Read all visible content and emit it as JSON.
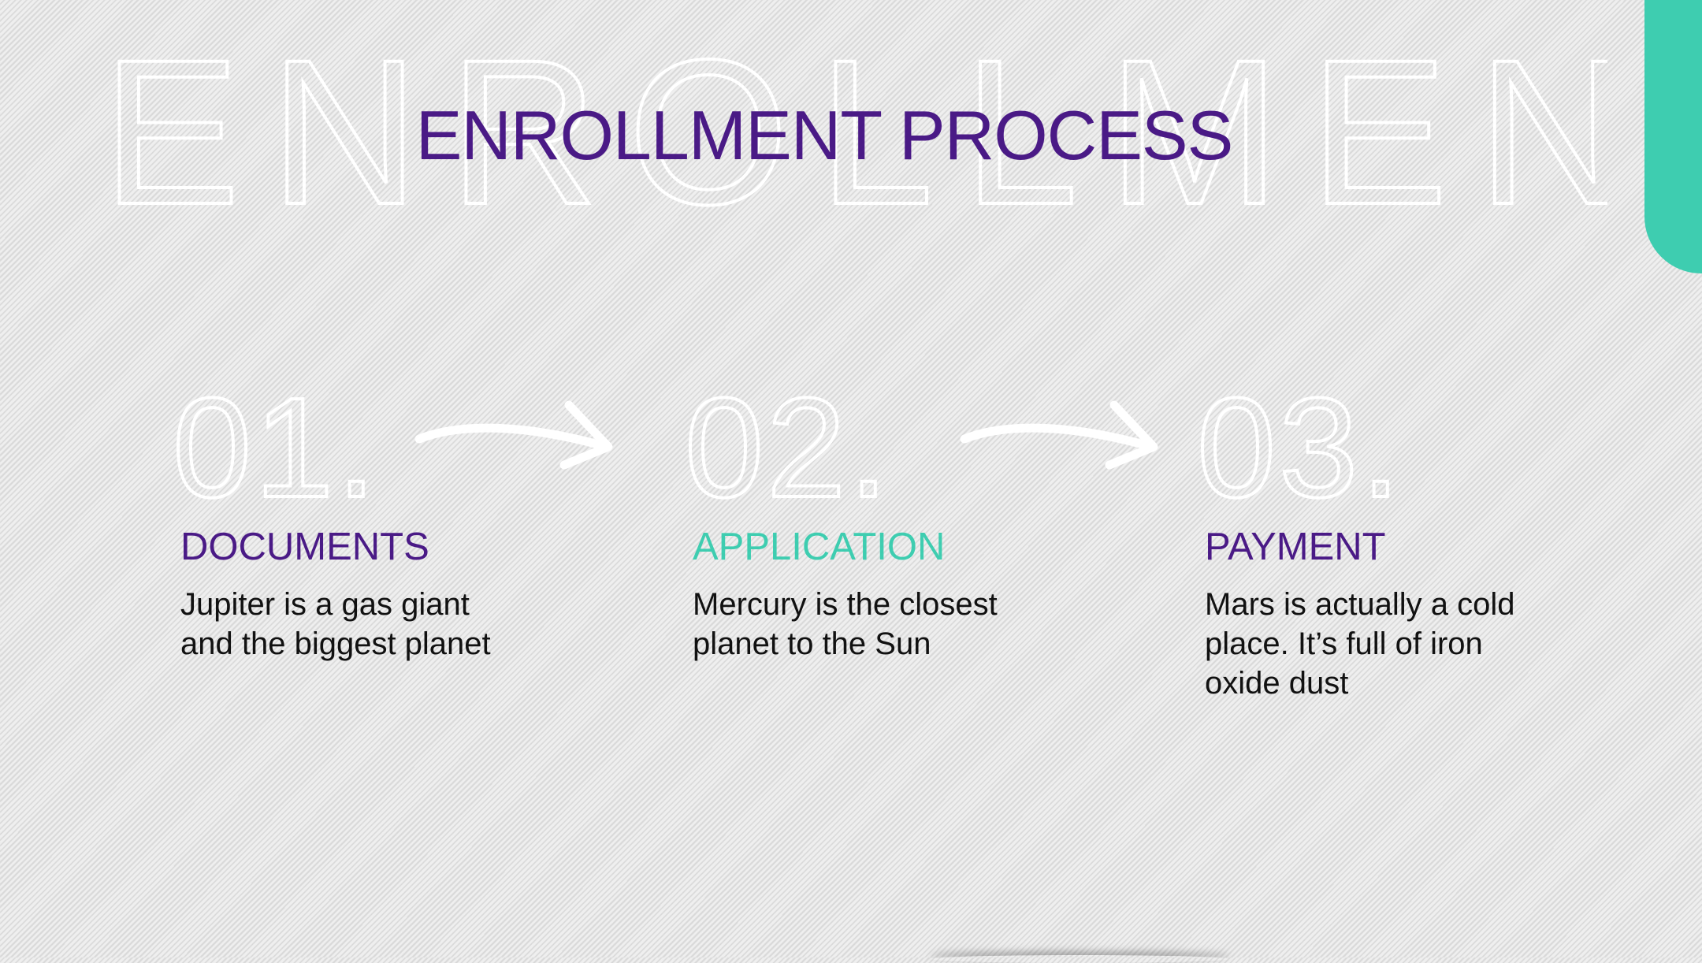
{
  "slide": {
    "watermark": "ENROLLMENT",
    "title": "ENROLLMENT PROCESS",
    "colors": {
      "title": "#4a1a86",
      "accent": "#3ecdb0",
      "body_text": "#111111",
      "background": "#efefef"
    }
  },
  "steps": [
    {
      "number": "01.",
      "heading": "DOCUMENTS",
      "heading_color": "#4a1a86",
      "description": "Jupiter is a gas giant and the biggest planet"
    },
    {
      "number": "02.",
      "heading": "APPLICATION",
      "heading_color": "#3ecdb0",
      "description": "Mercury is the closest planet to the Sun"
    },
    {
      "number": "03.",
      "heading": "PAYMENT",
      "heading_color": "#4a1a86",
      "description": "Mars is actually a cold place. It’s full of iron oxide dust"
    }
  ],
  "connectors": [
    {
      "icon": "arrow-right-icon"
    },
    {
      "icon": "arrow-right-icon"
    }
  ]
}
